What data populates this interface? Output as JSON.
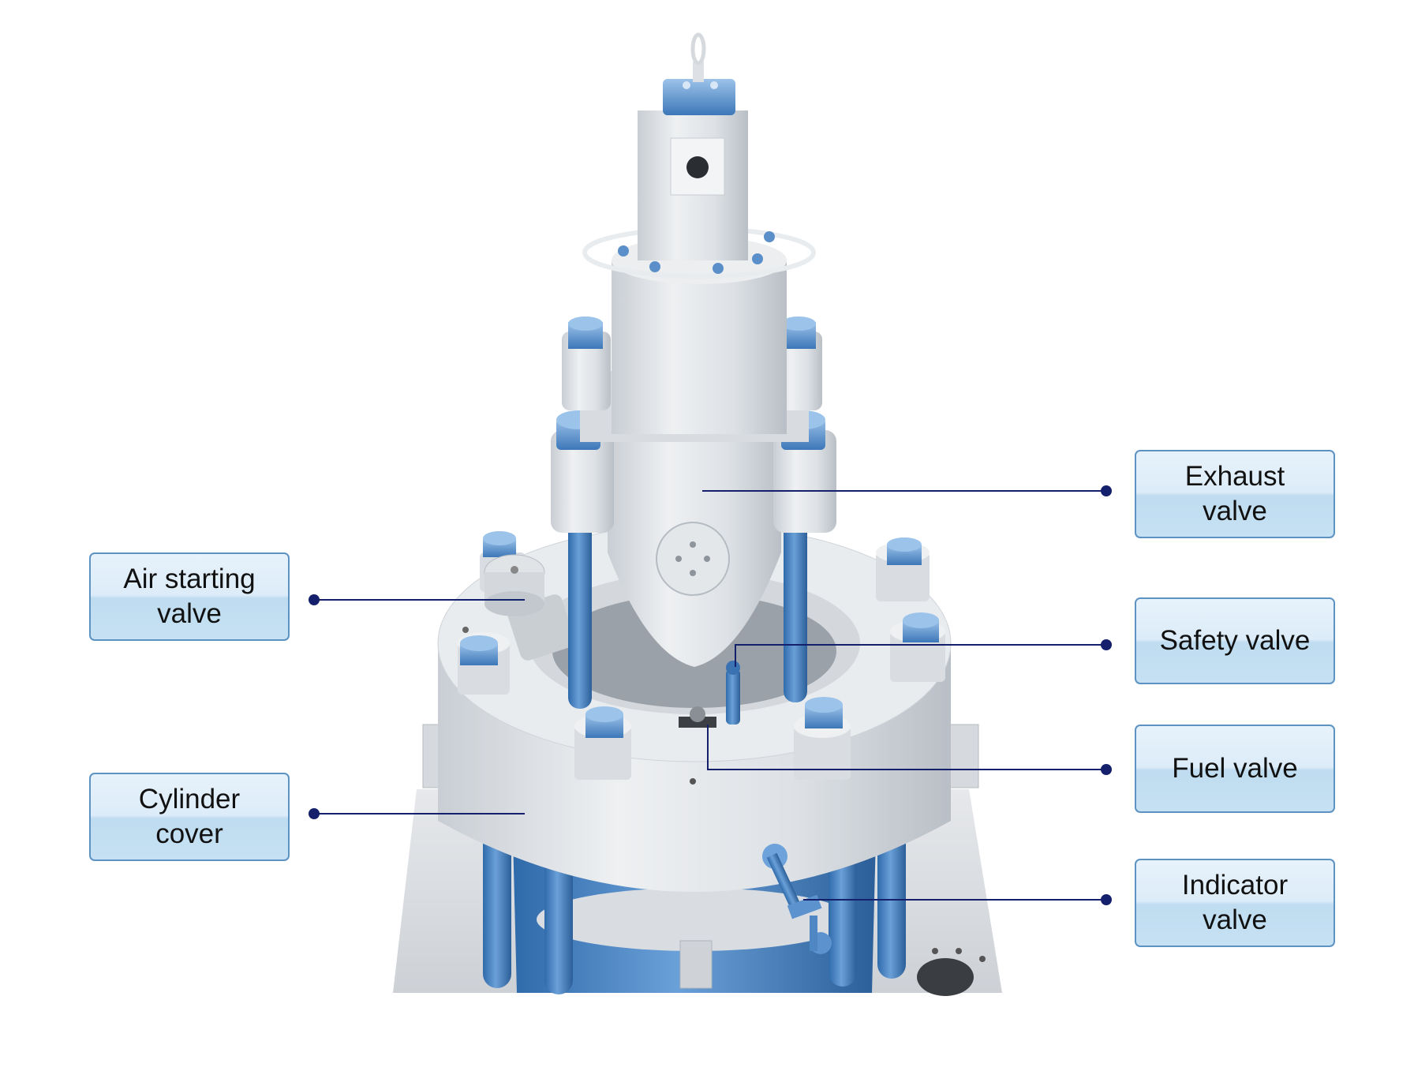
{
  "labels": {
    "exhaust_valve": "Exhaust\nvalve",
    "air_starting_valve": "Air starting\nvalve",
    "safety_valve": "Safety valve",
    "fuel_valve": "Fuel valve",
    "cylinder_cover": "Cylinder\ncover",
    "indicator_valve": "Indicator\nvalve"
  },
  "colors": {
    "box_border": "#5d93c3",
    "leader_line": "#14206b",
    "component_blue": "#4f86c4",
    "component_grey": "#e3e6ea"
  }
}
